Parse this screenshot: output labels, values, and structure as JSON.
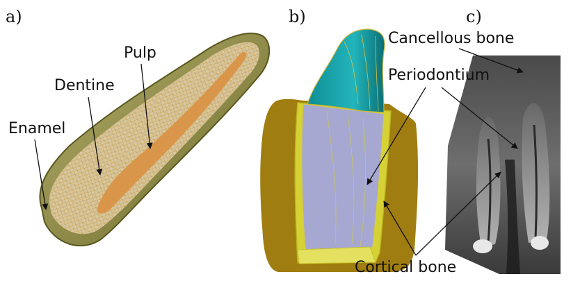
{
  "panels": [
    {
      "letter": "a)"
    },
    {
      "letter": "b)"
    },
    {
      "letter": "c)"
    }
  ],
  "labels": {
    "pulp": "Pulp",
    "dentine": "Dentine",
    "enamel": "Enamel",
    "cancellous_bone": "Cancellous bone",
    "periodontium": "Periodontium",
    "cortical_bone": "Cortical bone"
  },
  "colors": {
    "enamel_mesh": "#8c8a3c",
    "dentine": "#d7c7a3",
    "pulp": "#e0883b",
    "crown": "#1aa3aa",
    "cortical_bone": "#a07d10",
    "periodontium": "#d6d236",
    "root_block": "#a6a8d2",
    "xray_dark": "#1c1c1c",
    "xray_light": "#cfcfcf"
  }
}
